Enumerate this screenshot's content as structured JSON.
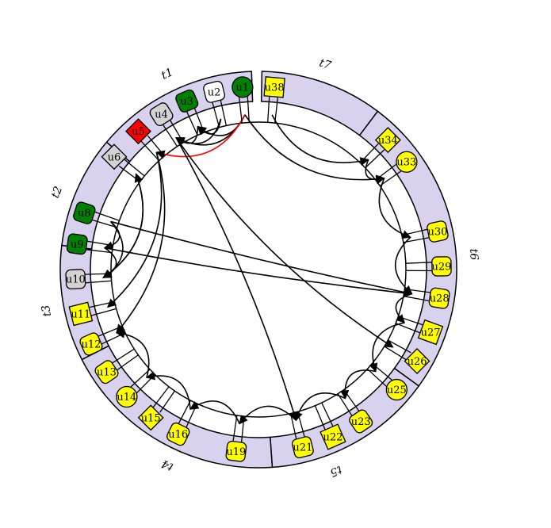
{
  "sectors": [
    {
      "id": "t1",
      "label": "t1"
    },
    {
      "id": "t2",
      "label": "t2"
    },
    {
      "id": "t3",
      "label": "t3"
    },
    {
      "id": "t4",
      "label": "t4"
    },
    {
      "id": "t5",
      "label": "t5"
    },
    {
      "id": "t6",
      "label": "t6"
    },
    {
      "id": "t7",
      "label": "t7"
    }
  ],
  "nodes": [
    {
      "id": "u1",
      "label": "u1",
      "shape": "circle",
      "fill": "#008000"
    },
    {
      "id": "u2",
      "label": "u2",
      "shape": "rounded",
      "fill": "#ffffff"
    },
    {
      "id": "u3",
      "label": "u3",
      "shape": "rounded",
      "fill": "#008000"
    },
    {
      "id": "u4",
      "label": "u4",
      "shape": "rounded",
      "fill": "#d3d3d3"
    },
    {
      "id": "u5",
      "label": "u5",
      "shape": "diamond",
      "fill": "#ff0000"
    },
    {
      "id": "u6",
      "label": "u6",
      "shape": "diamond",
      "fill": "#d3d3d3"
    },
    {
      "id": "u8",
      "label": "u8",
      "shape": "rounded",
      "fill": "#008000"
    },
    {
      "id": "u9",
      "label": "u9",
      "shape": "rounded",
      "fill": "#008000"
    },
    {
      "id": "u10",
      "label": "u10",
      "shape": "rounded",
      "fill": "#d3d3d3"
    },
    {
      "id": "u11",
      "label": "u11",
      "shape": "square",
      "fill": "#ffff00"
    },
    {
      "id": "u12",
      "label": "u12",
      "shape": "rounded",
      "fill": "#ffff00"
    },
    {
      "id": "u13",
      "label": "u13",
      "shape": "rounded",
      "fill": "#ffff00"
    },
    {
      "id": "u14",
      "label": "u14",
      "shape": "circle",
      "fill": "#ffff00"
    },
    {
      "id": "u15",
      "label": "u15",
      "shape": "diamond",
      "fill": "#ffff00"
    },
    {
      "id": "u16",
      "label": "u16",
      "shape": "rounded",
      "fill": "#ffff00"
    },
    {
      "id": "u19",
      "label": "u19",
      "shape": "rounded",
      "fill": "#ffff00"
    },
    {
      "id": "u21",
      "label": "u21",
      "shape": "rounded",
      "fill": "#ffff00"
    },
    {
      "id": "u22",
      "label": "u22",
      "shape": "square",
      "fill": "#ffff00"
    },
    {
      "id": "u23",
      "label": "u23",
      "shape": "rounded",
      "fill": "#ffff00"
    },
    {
      "id": "u25",
      "label": "u25",
      "shape": "circle",
      "fill": "#ffff00"
    },
    {
      "id": "u26",
      "label": "u26",
      "shape": "diamond",
      "fill": "#ffff00"
    },
    {
      "id": "u27",
      "label": "u27",
      "shape": "square",
      "fill": "#ffff00"
    },
    {
      "id": "u28",
      "label": "u28",
      "shape": "rounded",
      "fill": "#ffff00"
    },
    {
      "id": "u29",
      "label": "u29",
      "shape": "rounded",
      "fill": "#ffff00"
    },
    {
      "id": "u30",
      "label": "u30",
      "shape": "rounded",
      "fill": "#ffff00"
    },
    {
      "id": "u33",
      "label": "u33",
      "shape": "circle",
      "fill": "#ffff00"
    },
    {
      "id": "u34",
      "label": "u34",
      "shape": "diamond",
      "fill": "#ffff00"
    },
    {
      "id": "u38",
      "label": "u38",
      "shape": "square",
      "fill": "#ffff00"
    }
  ],
  "edges": [
    {
      "from": "u1",
      "to": "u3",
      "color": "#000000"
    },
    {
      "from": "u1",
      "to": "u4",
      "color": "#000000"
    },
    {
      "from": "u1",
      "to": "u5",
      "color": "#ff0000"
    },
    {
      "from": "u1",
      "to": "u33",
      "color": "#000000"
    },
    {
      "from": "u2",
      "to": "u3",
      "color": "#000000"
    },
    {
      "from": "u2",
      "to": "u4",
      "color": "#000000"
    },
    {
      "from": "u3",
      "to": "u4",
      "color": "#000000"
    },
    {
      "from": "u4",
      "to": "u21",
      "color": "#000000"
    },
    {
      "from": "u4",
      "to": "u26",
      "color": "#000000"
    },
    {
      "from": "u5",
      "to": "u11",
      "color": "#000000"
    },
    {
      "from": "u5",
      "to": "u12",
      "color": "#000000"
    },
    {
      "from": "u6",
      "to": "u10",
      "color": "#000000"
    },
    {
      "from": "u8",
      "to": "u9",
      "color": "#000000"
    },
    {
      "from": "u8",
      "to": "u10",
      "color": "#000000"
    },
    {
      "from": "u8",
      "to": "u28",
      "color": "#000000"
    },
    {
      "from": "u9",
      "to": "u10",
      "color": "#000000"
    },
    {
      "from": "u9",
      "to": "u28",
      "color": "#000000"
    },
    {
      "from": "u10",
      "to": "u6",
      "color": "#000000"
    },
    {
      "from": "u19",
      "to": "u16",
      "color": "#000000"
    },
    {
      "from": "u21",
      "to": "u19",
      "color": "#000000"
    },
    {
      "from": "u23",
      "to": "u21",
      "color": "#000000"
    },
    {
      "from": "u25",
      "to": "u23",
      "color": "#000000"
    },
    {
      "from": "u27",
      "to": "u25",
      "color": "#000000"
    },
    {
      "from": "u28",
      "to": "u27",
      "color": "#000000"
    },
    {
      "from": "u30",
      "to": "u28",
      "color": "#000000"
    },
    {
      "from": "u33",
      "to": "u30",
      "color": "#000000"
    },
    {
      "from": "u34",
      "to": "u33",
      "color": "#000000"
    },
    {
      "from": "u38",
      "to": "u34",
      "color": "#000000"
    },
    {
      "from": "u14",
      "to": "u12",
      "color": "#000000"
    },
    {
      "from": "u16",
      "to": "u14",
      "color": "#000000"
    }
  ],
  "colors": {
    "ring_fill": "#d8d2ef",
    "ring_stroke": "#000000",
    "green": "#008000",
    "yellow": "#ffff00",
    "grey": "#d3d3d3",
    "red": "#ff0000",
    "white": "#ffffff"
  }
}
